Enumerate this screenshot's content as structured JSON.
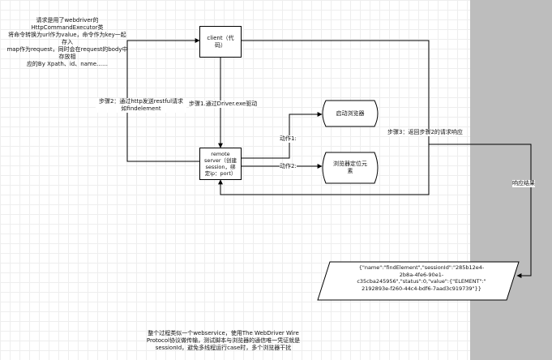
{
  "diagram": {
    "top_note": "请求是用了webdriver的HttpCommandExecutor类\n将命令转换为url作为value，命令作为key一起存入\nmap作为request，同时会在request的body中存放相\n应的By Xpath、id、name……",
    "client_box": "client（代\n码）",
    "step2": "步骤2：通过http发送restful请求\n如findelement",
    "step1": "步骤1.通过Driver.exe驱动",
    "remote_box": "remote\nserver（创建\nsession，绑\n定ip：port）",
    "action1_label": "动作1:",
    "action2_label": "动作2:",
    "start_browser": "启动浏览器",
    "locate_element": "浏览器定位元\n素",
    "step3": "步骤3：返回步骤2的请求响应",
    "response_label": "响应结果",
    "response_json": "{\"name\":\"findElement\",\"sessionId\":\"285b12e4-\n2b8a-4fe6-90e1-\nc35cba245956\",\"status\":0,\"value\":{\"ELEMENT\":\"\n2192893e-f260-44c4-bdf6-7aad3c919739\"}}",
    "bottom_note": "整个过程类似一个webservice，使用The WebDriver Wire\nProtocol协议做传输，测试脚本与浏览器的通信唯一凭证就是\nsessionId，避免多线程运行case时，多个浏览器干扰"
  }
}
